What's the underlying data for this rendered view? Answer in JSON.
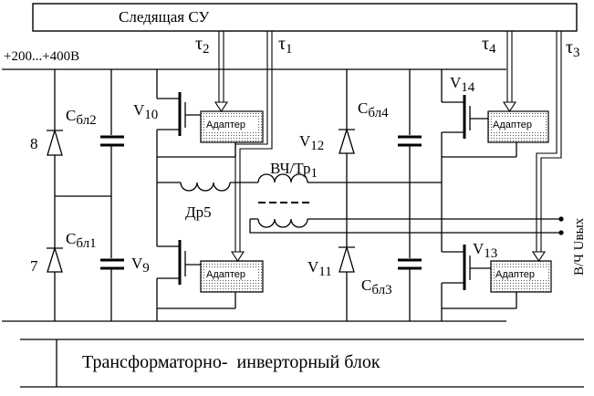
{
  "controller": {
    "label": "Следящая СУ"
  },
  "supply": {
    "label": "+200...+400В"
  },
  "signals": {
    "tau1": {
      "base": "τ",
      "sub": "1"
    },
    "tau2": {
      "base": "τ",
      "sub": "2"
    },
    "tau3": {
      "base": "τ",
      "sub": "3"
    },
    "tau4": {
      "base": "τ",
      "sub": "4"
    }
  },
  "capacitors": {
    "c1": {
      "base": "С",
      "sub": "бл1"
    },
    "c2": {
      "base": "С",
      "sub": "бл2"
    },
    "c3": {
      "base": "С",
      "sub": "бл3"
    },
    "c4": {
      "base": "С",
      "sub": "бл4"
    }
  },
  "transistors": {
    "v9": {
      "base": "V",
      "sub": "9"
    },
    "v10": {
      "base": "V",
      "sub": "10"
    },
    "v13": {
      "base": "V",
      "sub": "13"
    },
    "v14": {
      "base": "V",
      "sub": "14"
    }
  },
  "diodes": {
    "v11": {
      "base": "V",
      "sub": "11"
    },
    "v12": {
      "base": "V",
      "sub": "12"
    },
    "d7": {
      "label": "7"
    },
    "d8": {
      "label": "8"
    }
  },
  "adapters": {
    "label": "Адаптер"
  },
  "choke": {
    "label": "Др5"
  },
  "transformer": {
    "base": "ВЧ/Тр",
    "sub": "1"
  },
  "output": {
    "label": "В/Ч  Uвых"
  },
  "block": {
    "label": "Трансформаторно-  инверторный блок"
  }
}
